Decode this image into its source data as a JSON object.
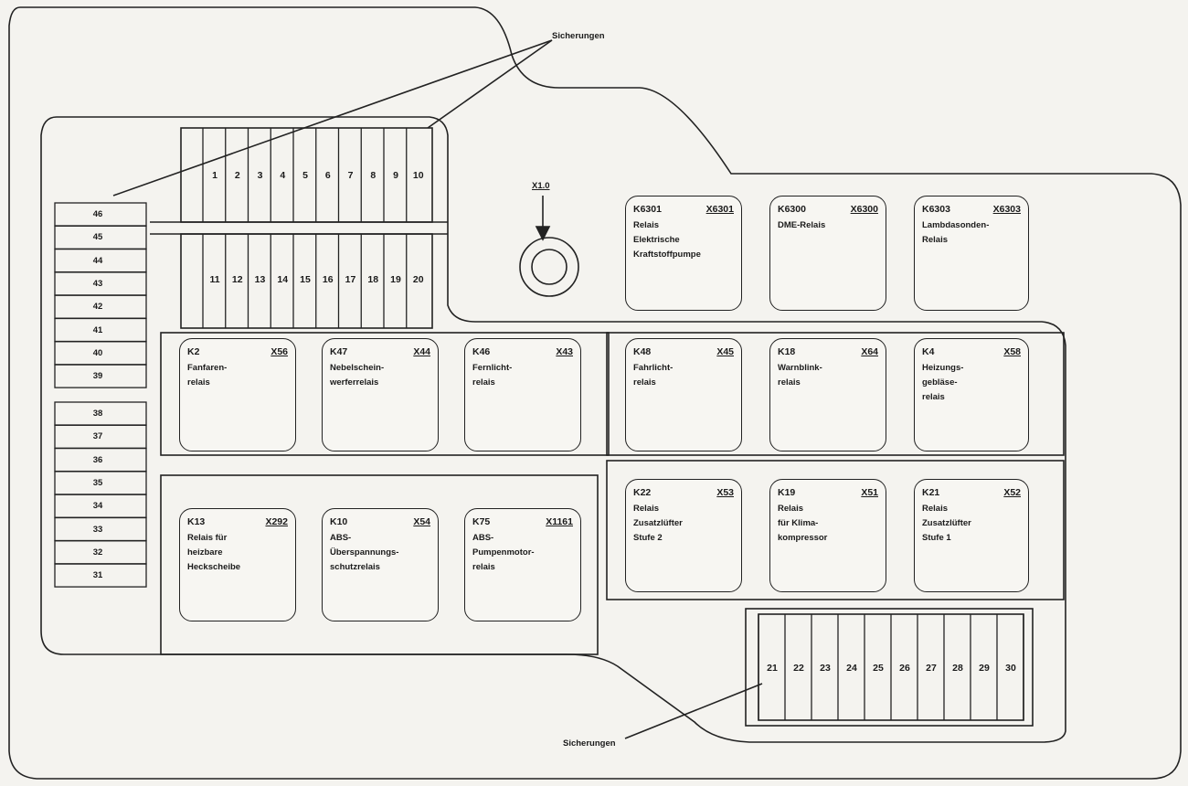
{
  "labels": {
    "fuses_top": "Sicherungen",
    "fuses_bottom": "Sicherungen",
    "center_connector": "X1.0"
  },
  "fuses_row_top": [
    "1",
    "2",
    "3",
    "4",
    "5",
    "6",
    "7",
    "8",
    "9",
    "10"
  ],
  "fuses_row_middle": [
    "11",
    "12",
    "13",
    "14",
    "15",
    "16",
    "17",
    "18",
    "19",
    "20"
  ],
  "fuses_row_bottom": [
    "21",
    "22",
    "23",
    "24",
    "25",
    "26",
    "27",
    "28",
    "29",
    "30"
  ],
  "side_fuses_upper": [
    "46",
    "45",
    "44",
    "43",
    "42",
    "41",
    "40",
    "39"
  ],
  "side_fuses_lower": [
    "38",
    "37",
    "36",
    "35",
    "34",
    "33",
    "32",
    "31"
  ],
  "relays": [
    {
      "id": "K6301",
      "connector": "X6301",
      "desc": "Relais\nElektrische\nKraftstoffpumpe"
    },
    {
      "id": "K6300",
      "connector": "X6300",
      "desc": "DME-Relais"
    },
    {
      "id": "K6303",
      "connector": "X6303",
      "desc": "Lambdasonden-\nRelais"
    },
    {
      "id": "K2",
      "connector": "X56",
      "desc": "Fanfaren-\nrelais"
    },
    {
      "id": "K47",
      "connector": "X44",
      "desc": "Nebelschein-\nwerferrelais"
    },
    {
      "id": "K46",
      "connector": "X43",
      "desc": "Fernlicht-\nrelais"
    },
    {
      "id": "K48",
      "connector": "X45",
      "desc": "Fahrlicht-\nrelais"
    },
    {
      "id": "K18",
      "connector": "X64",
      "desc": "Warnblink-\nrelais"
    },
    {
      "id": "K4",
      "connector": "X58",
      "desc": "Heizungs-\ngebläse-\nrelais"
    },
    {
      "id": "K13",
      "connector": "X292",
      "desc": "Relais für\nheizbare\nHeckscheibe"
    },
    {
      "id": "K10",
      "connector": "X54",
      "desc": "ABS-\nÜberspannungs-\nschutzrelais"
    },
    {
      "id": "K75",
      "connector": "X1161",
      "desc": "ABS-\nPumpenmotor-\nrelais"
    },
    {
      "id": "K22",
      "connector": "X53",
      "desc": "Relais\nZusatzlüfter\nStufe 2"
    },
    {
      "id": "K19",
      "connector": "X51",
      "desc": "Relais\nfür Klima-\nkompressor"
    },
    {
      "id": "K21",
      "connector": "X52",
      "desc": "Relais\nZusatzlüfter\nStufe 1"
    }
  ]
}
